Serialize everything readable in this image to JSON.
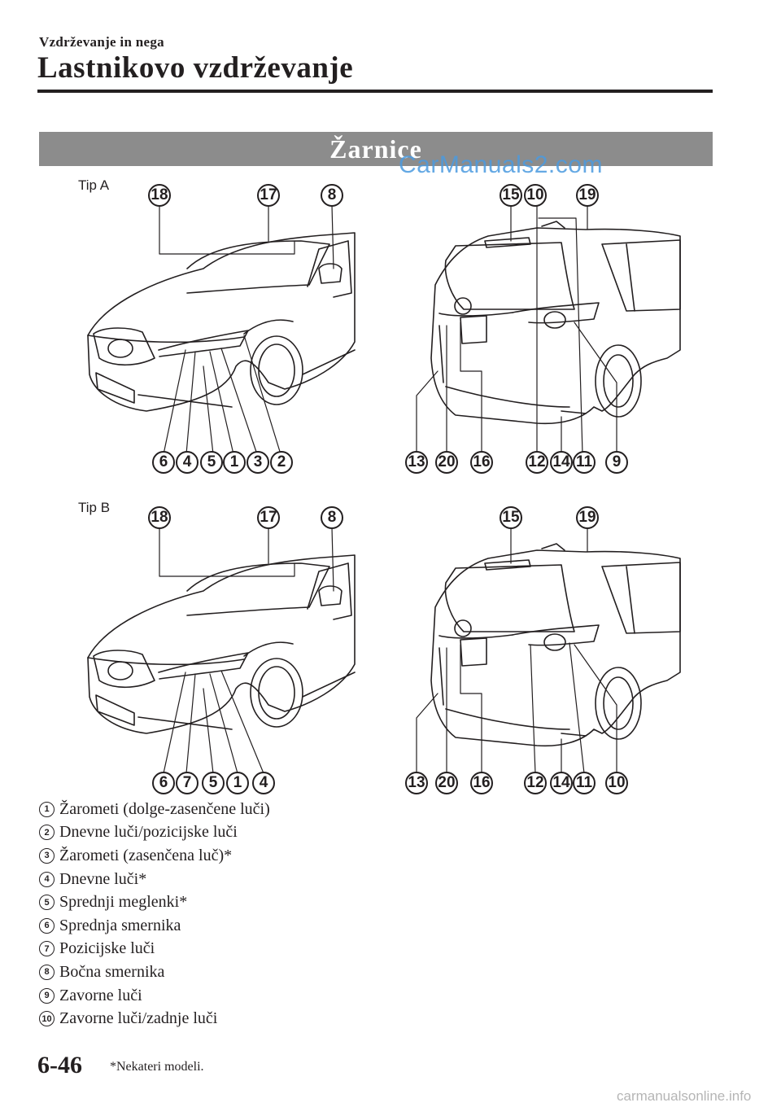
{
  "header": {
    "section_label": "Vzdrževanje in nega",
    "chapter_title": "Lastnikovo vzdrževanje"
  },
  "band": {
    "title": "Žarnice"
  },
  "watermarks": {
    "top": "CarManuals2.com",
    "bottom": "carmanualsonline.info"
  },
  "figures": {
    "tip_a": {
      "label": "Tip A",
      "front_numbers": [
        "18",
        "17",
        "8",
        "6",
        "4",
        "5",
        "1",
        "3",
        "2"
      ],
      "rear_numbers": [
        "15",
        "10",
        "19",
        "13",
        "20",
        "16",
        "12",
        "14",
        "11",
        "9"
      ]
    },
    "tip_b": {
      "label": "Tip B",
      "front_numbers": [
        "18",
        "17",
        "8",
        "6",
        "7",
        "5",
        "1",
        "4"
      ],
      "rear_numbers": [
        "15",
        "19",
        "13",
        "20",
        "16",
        "12",
        "14",
        "11",
        "10"
      ]
    }
  },
  "legend": [
    {
      "num": "1",
      "text": "Žarometi (dolge-zasenčene luči)"
    },
    {
      "num": "2",
      "text": "Dnevne luči/pozicijske luči"
    },
    {
      "num": "3",
      "text": "Žarometi (zasenčena luč)*"
    },
    {
      "num": "4",
      "text": "Dnevne luči*"
    },
    {
      "num": "5",
      "text": "Sprednji meglenki*"
    },
    {
      "num": "6",
      "text": "Sprednja smernika"
    },
    {
      "num": "7",
      "text": "Pozicijske luči"
    },
    {
      "num": "8",
      "text": "Bočna smernika"
    },
    {
      "num": "9",
      "text": "Zavorne luči"
    },
    {
      "num": "10",
      "text": "Zavorne luči/zadnje luči"
    }
  ],
  "footer": {
    "page_number": "6-46",
    "footnote": "*Nekateri modeli."
  },
  "colors": {
    "band": "#8c8c8c",
    "ink": "#231f20",
    "watermark": "#4b9be0"
  }
}
